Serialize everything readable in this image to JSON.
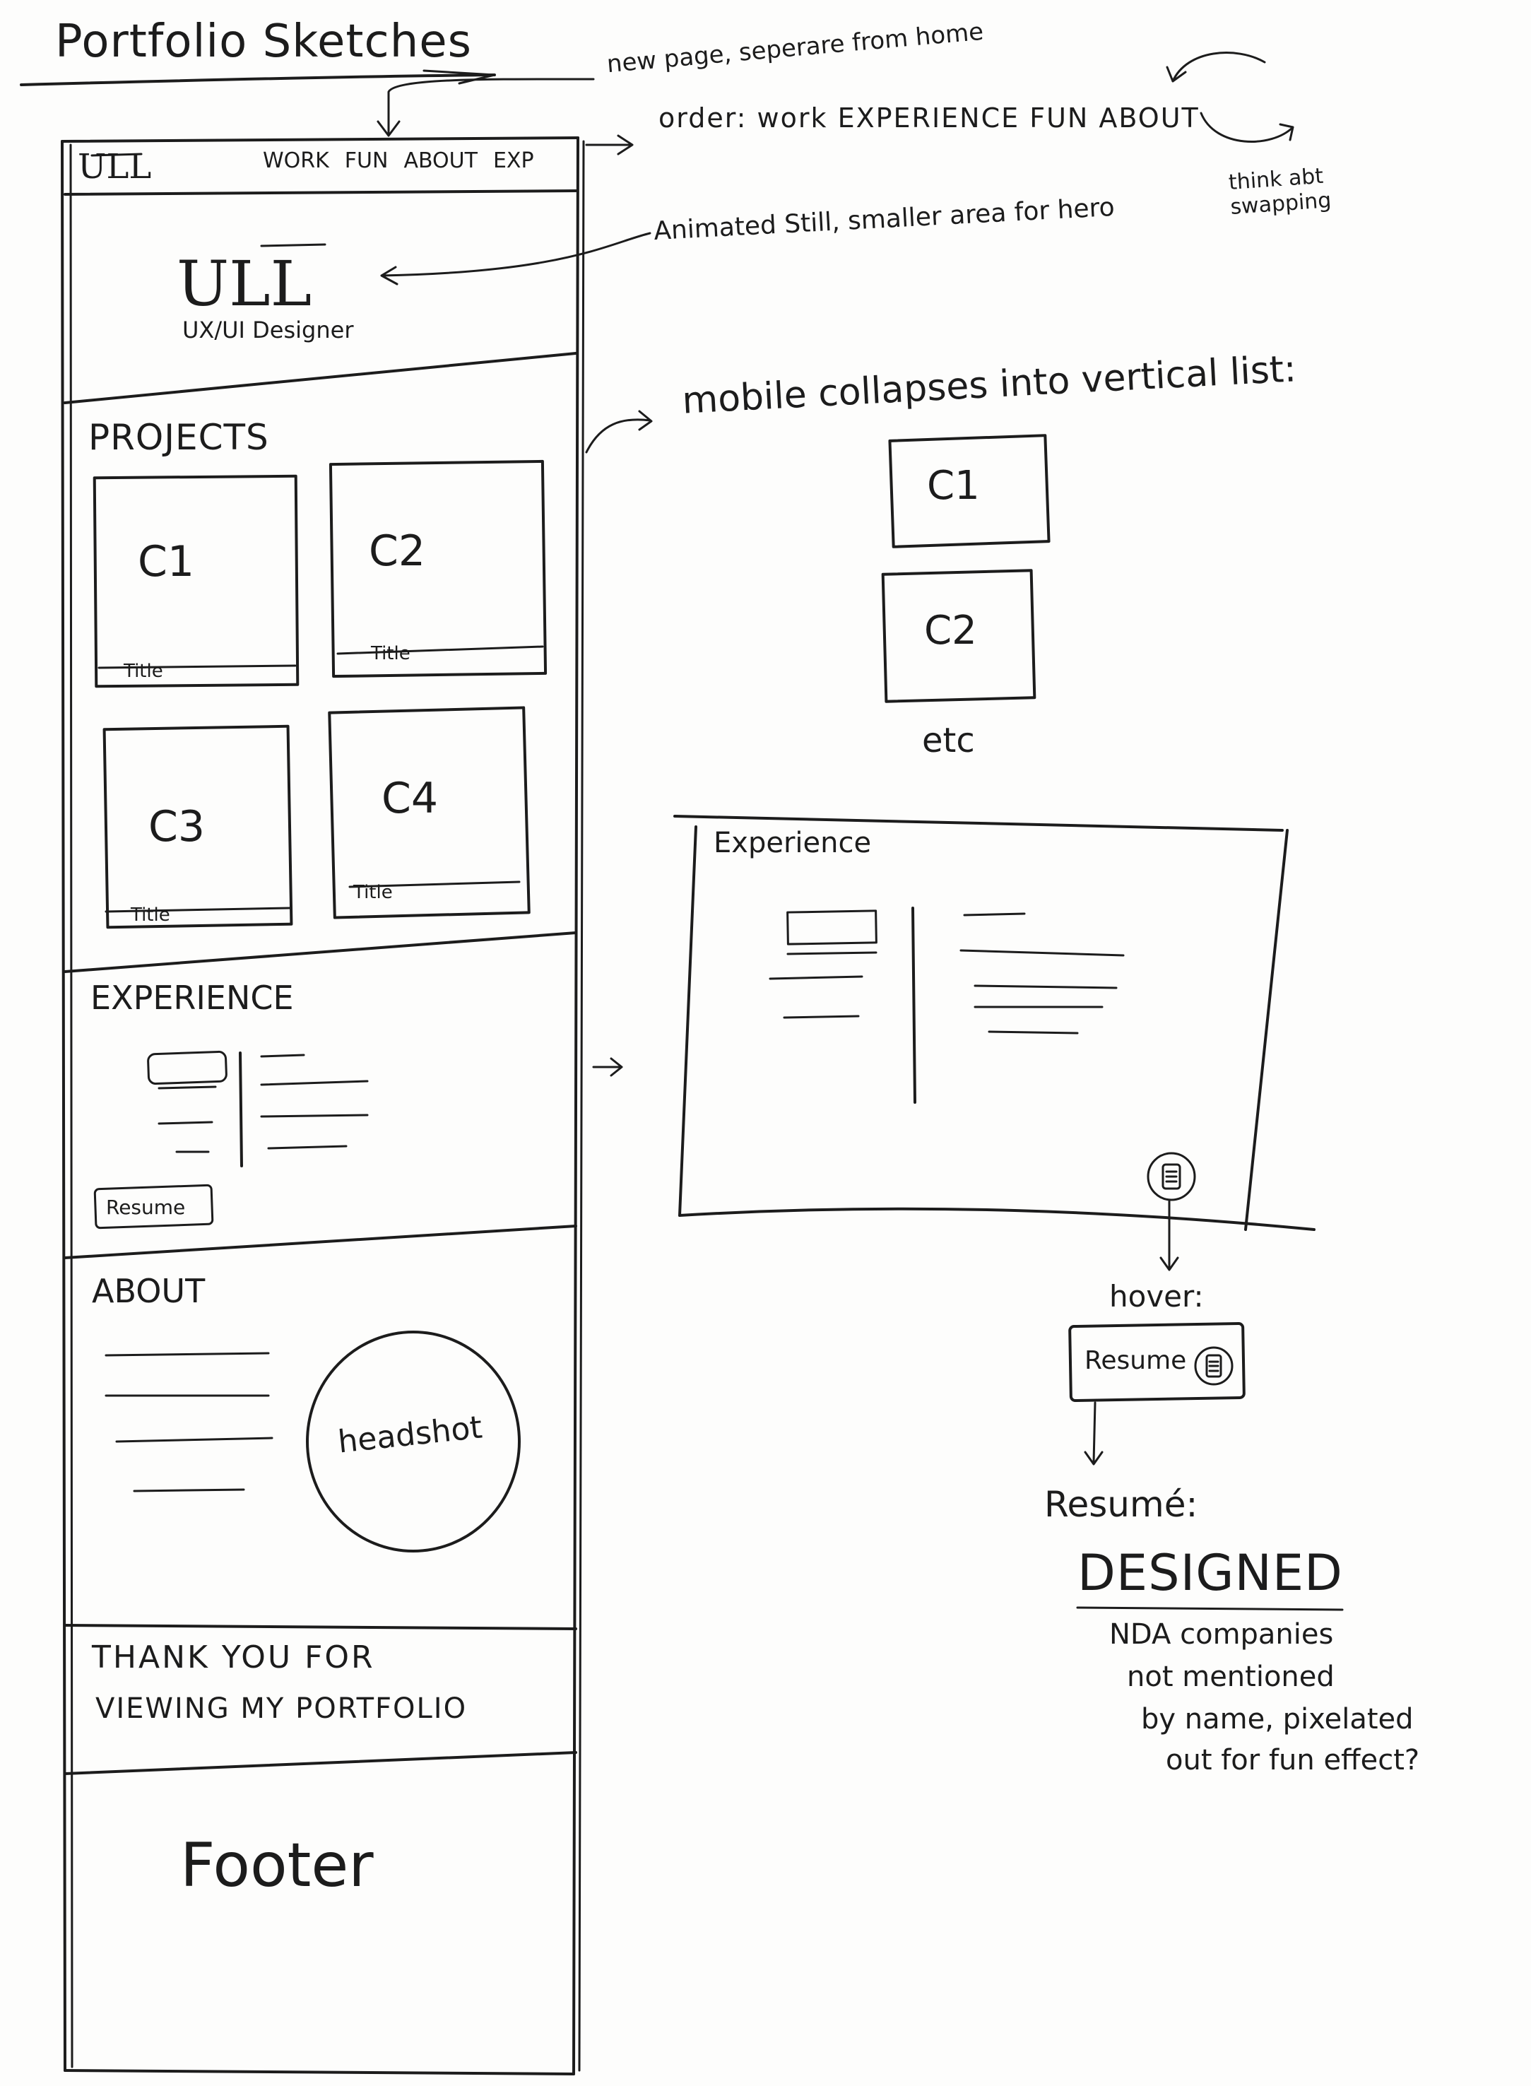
{
  "title": "Portfolio Sketches",
  "annotations": {
    "nav_note": "new page, seperare from home",
    "order_note": "order: work EXPERIENCE FUN ABOUT",
    "swap_note": "think abt swapping",
    "hero_note": "Animated Still, smaller area for hero",
    "mobile_note": "mobile collapses into vertical list:",
    "hover_note": "hover:",
    "resume_heading": "Resumé:",
    "resume_designed": "DESIGNED",
    "nda_note_1": "NDA companies",
    "nda_note_2": "not mentioned",
    "nda_note_3": "by name, pixelated",
    "nda_note_4": "out for fun effect?"
  },
  "wireframe": {
    "logo": "ULL",
    "nav": [
      "WORK",
      "FUN",
      "ABOUT",
      "EXP"
    ],
    "hero_logo": "ULL",
    "hero_subtitle": "UX/UI Designer",
    "projects_heading": "PROJECTS",
    "project_cards": [
      {
        "label": "C1",
        "title": "Title"
      },
      {
        "label": "C2",
        "title": "Title"
      },
      {
        "label": "C3",
        "title": "Title"
      },
      {
        "label": "C4",
        "title": "Title"
      }
    ],
    "experience_heading": "EXPERIENCE",
    "resume_button": "Resume",
    "about_heading": "ABOUT",
    "headshot_label": "headshot",
    "thank_you_line_1": "THANK YOU FOR",
    "thank_you_line_2": "VIEWING MY PORTFOLIO",
    "footer_label": "Footer"
  },
  "mobile": {
    "cards": [
      "C1",
      "C2"
    ],
    "etc": "etc"
  },
  "experience_detail": {
    "heading": "Experience",
    "hover_button": "Resume"
  }
}
